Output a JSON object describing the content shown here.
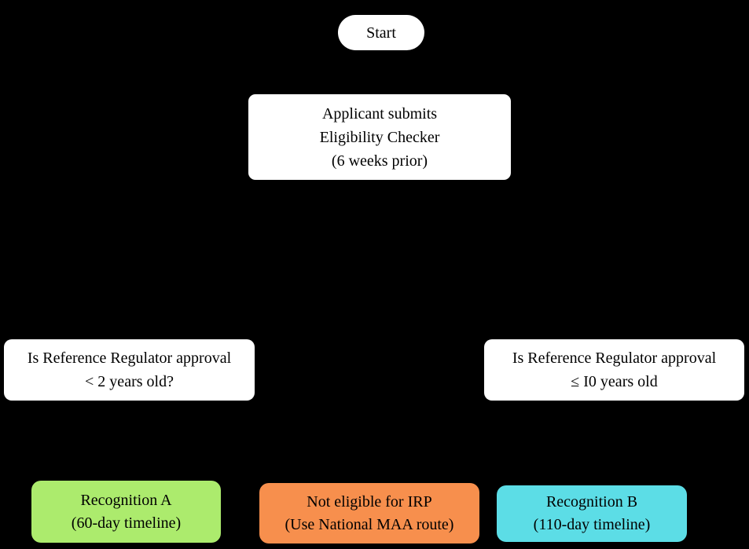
{
  "canvas": {
    "background_color": "#000000",
    "text_color": "#000000"
  },
  "nodes": {
    "start": {
      "label": "Start",
      "fill": "#ffffff"
    },
    "applicant": {
      "lines": [
        "Applicant submits",
        "Eligibility Checker",
        "(6 weeks prior)"
      ],
      "fill": "#ffffff"
    },
    "decision_left": {
      "lines": [
        "Is Reference Regulator approval",
        "< 2 years old?"
      ],
      "fill": "#ffffff"
    },
    "decision_right": {
      "lines": [
        "Is Reference Regulator approval",
        "≤ I0 years old"
      ],
      "fill": "#ffffff"
    },
    "recognition_a": {
      "lines": [
        "Recognition A",
        "(60-day timeline)"
      ],
      "fill": "#aceb6d"
    },
    "not_eligible": {
      "lines": [
        "Not eligible for IRP",
        "(Use National MAA route)"
      ],
      "fill": "#f78f4d"
    },
    "recognition_b": {
      "lines": [
        "Recognition B",
        "(110-day timeline)"
      ],
      "fill": "#5cdde6"
    }
  }
}
